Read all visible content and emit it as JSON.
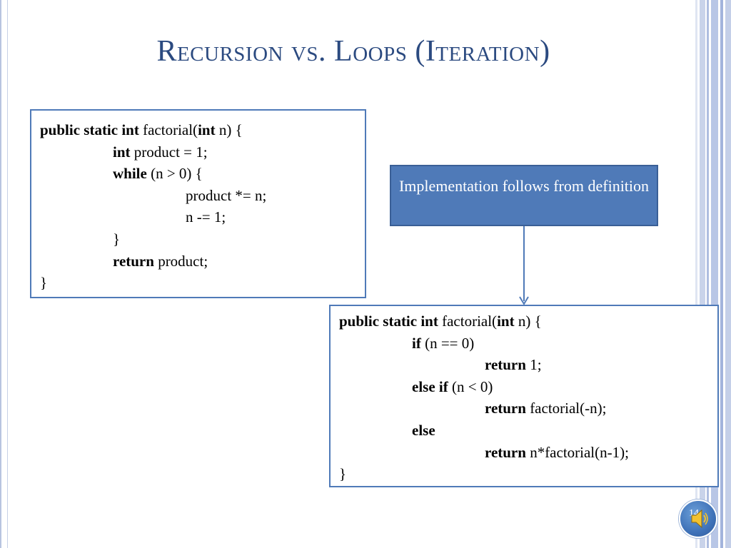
{
  "slide": {
    "title": "Recursion vs. Loops (Iteration)",
    "slide_number": "14"
  },
  "code_left": {
    "lines": [
      [
        {
          "t": "public static int",
          "b": true
        },
        {
          "t": " factorial(",
          "b": false
        },
        {
          "t": "int",
          "b": true
        },
        {
          "t": " n) {",
          "b": false
        }
      ],
      [
        {
          "t": "int",
          "b": true
        },
        {
          "t": " product = 1;",
          "b": false
        }
      ],
      [
        {
          "t": "while",
          "b": true
        },
        {
          "t": " (n > 0) {",
          "b": false
        }
      ],
      [
        {
          "t": "product *= n;",
          "b": false
        }
      ],
      [
        {
          "t": "n -= 1;",
          "b": false
        }
      ],
      [
        {
          "t": "}",
          "b": false
        }
      ],
      [
        {
          "t": "return",
          "b": true
        },
        {
          "t": " product;",
          "b": false
        }
      ],
      [
        {
          "t": "}",
          "b": false
        }
      ]
    ]
  },
  "callout": {
    "text": "Implementation follows from definition"
  },
  "code_right": {
    "lines": [
      [
        {
          "t": "public static int",
          "b": true
        },
        {
          "t": " factorial(",
          "b": false
        },
        {
          "t": "int",
          "b": true
        },
        {
          "t": " n) {",
          "b": false
        }
      ],
      [
        {
          "t": "if",
          "b": true
        },
        {
          "t": " (n == 0)",
          "b": false
        }
      ],
      [
        {
          "t": "return",
          "b": true
        },
        {
          "t": " 1;",
          "b": false
        }
      ],
      [
        {
          "t": "else if",
          "b": true
        },
        {
          "t": " (n < 0)",
          "b": false
        }
      ],
      [
        {
          "t": "return",
          "b": true
        },
        {
          "t": " factorial(-n);",
          "b": false
        }
      ],
      [
        {
          "t": "else",
          "b": true
        }
      ],
      [
        {
          "t": "return",
          "b": true
        },
        {
          "t": " n*factorial(n-1);",
          "b": false
        }
      ],
      [
        {
          "t": "}",
          "b": false
        }
      ]
    ]
  },
  "colors": {
    "title": "#2b4a80",
    "accent": "#4f7ab8"
  },
  "icons": {
    "audio": "speaker-icon"
  }
}
